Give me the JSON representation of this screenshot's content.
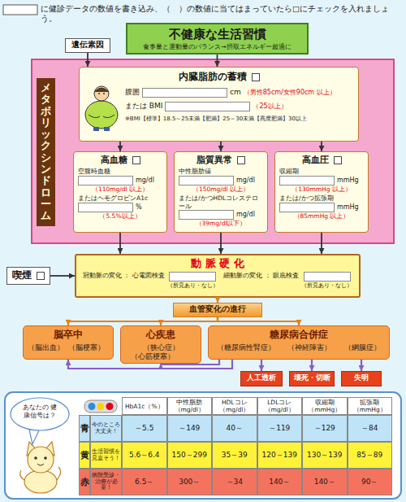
{
  "diagram": {
    "title": "に健診データの数値を書き込み、（　）の数値に当てはまっていたら□にチェックを入れましょう。",
    "nodes": [
      {
        "text": [
          "不健康な生活習慣",
          "食事量と運動量のバランス→摂取エネルギー超過に"
        ]
      },
      {
        "text": [
          "遺伝素因"
        ]
      },
      {
        "text": [
          "メタボリックシンドローム"
        ]
      },
      {
        "text": [
          "内臓脂肪の蓄積",
          "腹囲",
          "cm",
          "（男性85cm/女性90cm 以上）",
          "または BMI",
          "（25以上）",
          "※BMI【標準】18.5～25未満【肥満】25～30未満【高度肥満】30以上"
        ],
        "in": 2
      },
      {
        "text": [
          "高血糖",
          "空腹時血糖",
          "mg/dl",
          "（110mg/dl 以上）",
          "またはヘモグロビンA1c",
          "%",
          "（5.5%以上）"
        ],
        "in": 2
      },
      {
        "text": [
          "脂質異常",
          "中性脂肪値",
          "mg/dl",
          "（150mg/dl 以上）",
          "または/かつHDLコレステロール",
          "mg/dl",
          "（39mg/dl以下）"
        ],
        "in": 2
      },
      {
        "text": [
          "高血圧",
          "収縮期",
          "mmHg",
          "（130mmHg 以上）",
          "または/かつ拡張期",
          "mmHg",
          "（85mmHg 以上）"
        ],
        "in": 2
      },
      {
        "text": [
          "喫煙"
        ]
      },
      {
        "text": [
          "動 脈 硬 化",
          "冠動脈の変化 ： 心電図検査",
          "（所見あり・なし）",
          "細動脈の変化 ： 眼底検査",
          "（所見あり・なし）"
        ]
      },
      {
        "text": [
          "血管変化の進行"
        ]
      },
      {
        "text": [
          "脳卒中",
          "（脳出血）",
          "（脳梗塞）"
        ]
      },
      {
        "text": [
          "心疾患",
          "（狭心症）",
          "（心筋梗塞）"
        ]
      },
      {
        "text": [
          "糖尿病合併症",
          "（糖尿病性腎症）",
          "（神経障害）",
          "（網膜症）"
        ]
      },
      {
        "text": [
          "人工透析"
        ]
      },
      {
        "text": [
          "壊死・切断"
        ]
      },
      {
        "text": [
          "失明"
        ]
      },
      {
        "text": [
          "あなたの 健康信号は？"
        ]
      }
    ],
    "edges": [
      {
        "from": 0,
        "to": 3,
        "arrow": "to"
      },
      {
        "from": 1,
        "to": 3,
        "arrow": "to"
      },
      {
        "from": 3,
        "to": 4,
        "arrow": "to"
      },
      {
        "from": 3,
        "to": 5,
        "arrow": "to"
      },
      {
        "from": 3,
        "to": 6,
        "arrow": "to"
      },
      {
        "from": 4,
        "to": 8,
        "arrow": "to"
      },
      {
        "from": 5,
        "to": 8,
        "arrow": "to"
      },
      {
        "from": 6,
        "to": 8,
        "arrow": "to"
      },
      {
        "from": 7,
        "to": 8,
        "arrow": "to"
      },
      {
        "from": 8,
        "to": 9,
        "arrow": "to"
      },
      {
        "from": 9,
        "to": 10,
        "arrow": "to"
      },
      {
        "from": 9,
        "to": 11,
        "arrow": "to"
      },
      {
        "from": 9,
        "to": 12,
        "arrow": "to"
      },
      {
        "from": 12,
        "to": 10,
        "arrow": "to"
      },
      {
        "from": 12,
        "to": 11,
        "arrow": "to"
      },
      {
        "from": 12,
        "to": 13,
        "arrow": "to"
      },
      {
        "from": 12,
        "to": 14,
        "arrow": "to"
      },
      {
        "from": 12,
        "to": 15,
        "arrow": "to"
      }
    ],
    "labels": [
      "HbA1c（%）",
      "中性脂肪（mg/dl）",
      "HDLコレ（mg/dl）",
      "LDLコレ（mg/dl）",
      "収縮期（mmHg）",
      "拡張期（mmHg）",
      "青",
      "今のところ大丈夫！",
      "～5.5",
      "～149",
      "40～",
      "～119",
      "～129",
      "～84",
      "黄",
      "生活習慣を見直そう！",
      "5.6～6.4",
      "150～299",
      "35～39",
      "120～139",
      "130～139",
      "85～89",
      "赤",
      "病院受診・治療が必要！",
      "6.5～",
      "300～",
      "～34",
      "140～",
      "140～",
      "90～"
    ]
  }
}
